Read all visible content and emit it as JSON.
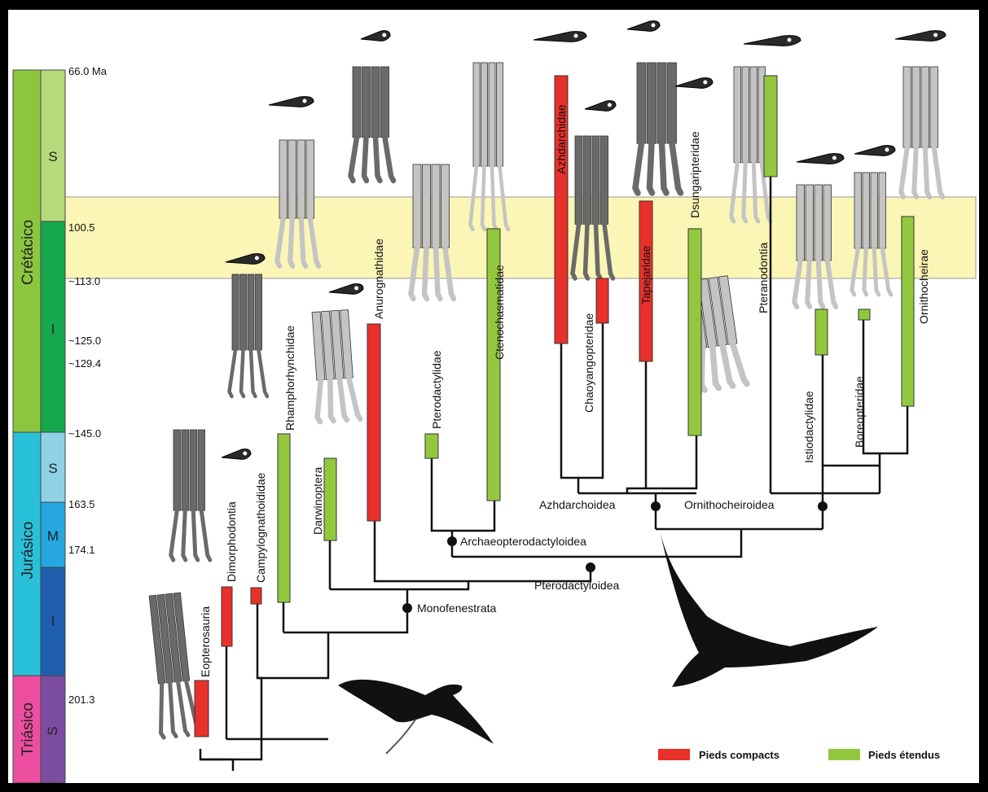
{
  "periods": [
    {
      "label": "Crétácico",
      "color": "#8cc63f"
    },
    {
      "label": "Jurásico",
      "color": "#29c0d9"
    },
    {
      "label": "Triásico",
      "color": "#ec4ea0"
    }
  ],
  "epochs": [
    {
      "label": "S",
      "color": "#b6d97a"
    },
    {
      "label": "I",
      "color": "#16a84c"
    },
    {
      "label": "S",
      "color": "#8fd2e6"
    },
    {
      "label": "M",
      "color": "#25a7e0"
    },
    {
      "label": "I",
      "color": "#1f5fae"
    },
    {
      "label": "S",
      "color": "#7c4ca0"
    }
  ],
  "ages": [
    "66.0 Ma",
    "100.5",
    "~113.0",
    "~125.0",
    "~129.4",
    "~145.0",
    "163.5",
    "174.1",
    "201.3"
  ],
  "band_color": "#fbf5b6",
  "taxa": [
    {
      "name": "Eopterosauria",
      "foot": "compact"
    },
    {
      "name": "Dimorphodontia",
      "foot": "compact"
    },
    {
      "name": "Campylognathoididae",
      "foot": "compact"
    },
    {
      "name": "Rhamphorhynchidae",
      "foot": "spread"
    },
    {
      "name": "Darwinoptera",
      "foot": "spread"
    },
    {
      "name": "Anurognathidae",
      "foot": "compact"
    },
    {
      "name": "Pterodactylidae",
      "foot": "spread"
    },
    {
      "name": "Ctenochasmatidae",
      "foot": "spread"
    },
    {
      "name": "Azhdarchidae",
      "foot": "compact"
    },
    {
      "name": "Chaoyangopteridae",
      "foot": "compact"
    },
    {
      "name": "Tapejaridae",
      "foot": "compact"
    },
    {
      "name": "Dsungaripteridae",
      "foot": "spread"
    },
    {
      "name": "Pteranodontia",
      "foot": "spread"
    },
    {
      "name": "Istiodactylidae",
      "foot": "spread"
    },
    {
      "name": "Boreopteridae",
      "foot": "spread"
    },
    {
      "name": "Ornithocheirae",
      "foot": "spread"
    }
  ],
  "clades": [
    "Monofenestrata",
    "Pterodactyloidea",
    "Archaeopterodactyloidea",
    "Azhdarchoidea",
    "Ornithocheiroidea"
  ],
  "legend": {
    "compact_label": "Pieds compacts",
    "compact_color": "#e8312a",
    "spread_label": "Pieds étendus",
    "spread_color": "#93c83e"
  },
  "foot_dark": "#6a6a6a",
  "foot_light": "#c4c4c4",
  "silhouette_color": "#111111"
}
